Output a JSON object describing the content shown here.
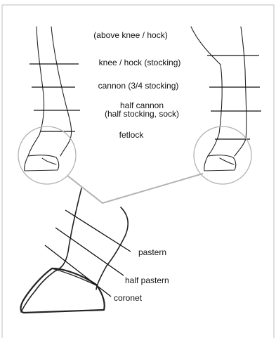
{
  "labels": {
    "above_knee": "(above knee / hock)",
    "knee_hock": "knee / hock (stocking)",
    "cannon": "cannon (3/4 stocking)",
    "half_cannon_line1": "half cannon",
    "half_cannon_line2": "(half stocking, sock)",
    "fetlock": "fetlock",
    "pastern": "pastern",
    "half_pastern": "half pastern",
    "coronet": "coronet"
  },
  "colors": {
    "outline": "#222222",
    "callout": "#b3b3b3",
    "frame": "#bdbdbd",
    "text": "#111111"
  }
}
